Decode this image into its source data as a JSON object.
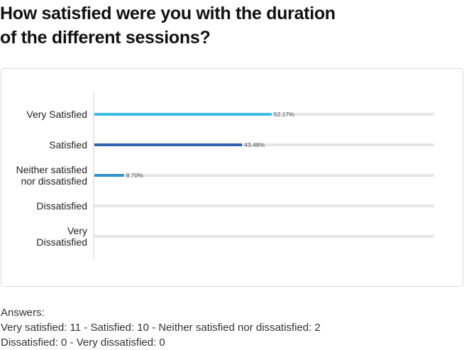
{
  "title": {
    "line1": "How satisfied were you with the duration",
    "line2": "of the different sessions?"
  },
  "chart_data": {
    "type": "bar",
    "orientation": "horizontal",
    "categories": [
      [
        "Very Satisfied"
      ],
      [
        "Satisfied"
      ],
      [
        "Neither satisfied",
        "nor dissatisfied"
      ],
      [
        "Dissatisfied"
      ],
      [
        "Very",
        "Dissatisfied"
      ]
    ],
    "values": [
      52.17,
      43.48,
      8.7,
      0,
      0
    ],
    "value_labels": [
      "52.17%",
      "43.48%",
      "8.70%",
      "",
      ""
    ],
    "bar_colors": [
      "#3dbde9",
      "#2f63ad",
      "#2f92cc",
      "#3dbde9",
      "#3dbde9"
    ],
    "track_color": "#e6e6e6",
    "xlim": [
      0,
      100
    ],
    "grid": false,
    "legend": "none"
  },
  "answers": {
    "heading": "Answers:",
    "line1": "Very satisfied: 11  -  Satisfied: 10  -  Neither satisfied nor dissatisfied: 2",
    "line2": "Dissatisfied: 0  -  Very dissatisfied: 0"
  }
}
